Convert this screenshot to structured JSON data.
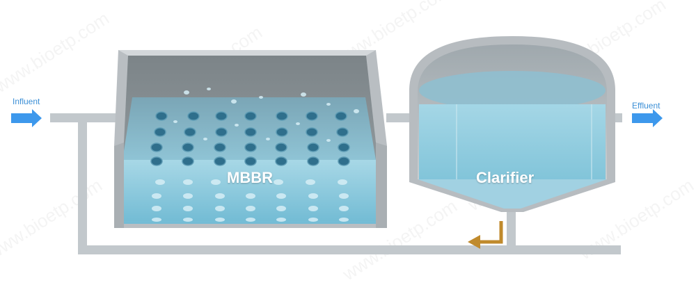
{
  "labels": {
    "influent": "Influent",
    "effluent": "Effluent",
    "mbbr": "MBBR",
    "clarifier": "Clarifier"
  },
  "watermark": "www.bioetp.com",
  "colors": {
    "pipe": "#c2c8cc",
    "tank_wall": "#b7bcc0",
    "water": "#7cc3da",
    "flow_arrow": "#3d98ec",
    "return_arrow": "#c08a2c"
  },
  "icons": {
    "influent_arrow": "arrow-right-icon",
    "effluent_arrow": "arrow-right-icon",
    "return_arrow": "arrow-left-icon"
  }
}
